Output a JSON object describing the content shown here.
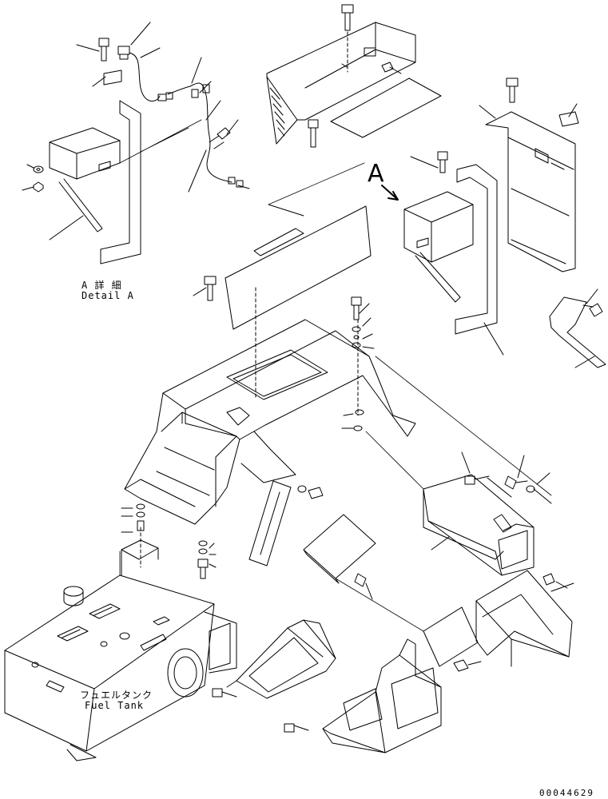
{
  "labels": {
    "detail_jp": "A 詳 細",
    "detail_en": "Detail A",
    "view_mark": "A",
    "tank_jp": "フュエルタンク",
    "tank_en": "Fuel Tank",
    "part_number": "00044629"
  },
  "colors": {
    "line": "#000000",
    "background": "#ffffff"
  }
}
